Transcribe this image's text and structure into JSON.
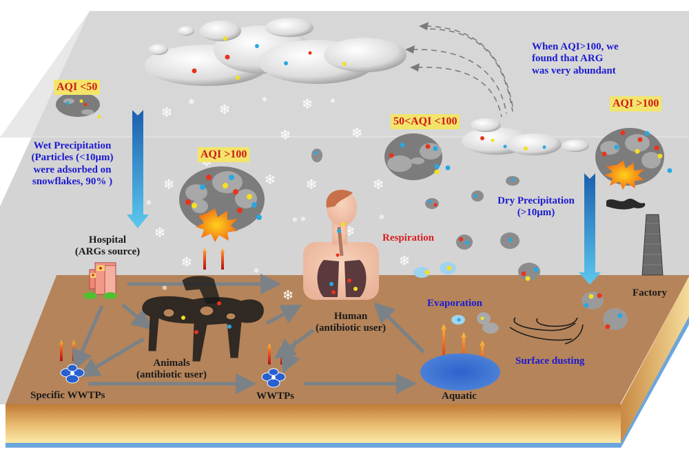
{
  "title": "Airborne ARG transport diagram",
  "aqi_badges": {
    "low": "AQI <50",
    "mid": "50<AQI <100",
    "high_center": "AQI >100",
    "high_right": "AQI >100"
  },
  "annotations": {
    "wet_precipitation": [
      "Wet Precipitation",
      "(Particles (<10μm)",
      "were adsorbed on",
      "snowflakes, 90% )"
    ],
    "finding": [
      "When AQI>100, we",
      "found that ARG",
      "was very abundant"
    ],
    "dry_precipitation": [
      "Dry Precipitation",
      "(>10μm)"
    ],
    "respiration": "Respiration",
    "evaporation": "Evaporation",
    "surface_dusting": "Surface dusting"
  },
  "nodes": {
    "hospital": [
      "Hospital",
      "(ARGs source)"
    ],
    "animals": [
      "Animals",
      "(antibiotic user)"
    ],
    "human": [
      "Human",
      "(antibiotic user)"
    ],
    "specific_wwtps": "Specific WWTPs",
    "wwtps": "WWTPs",
    "aquatic": "Aquatic",
    "factory": "Factory"
  },
  "colors": {
    "sky": "#d4d4d4",
    "ground": "#b5845a",
    "soil_top": "#c8823a",
    "soil_bottom": "#f8e6a8",
    "water_strip": "#6aa6dc",
    "smog": "#7c7c7c",
    "label_blue": "#1a1ad0",
    "label_red": "#d81e1e",
    "badge_bg": "#f2e56a"
  }
}
